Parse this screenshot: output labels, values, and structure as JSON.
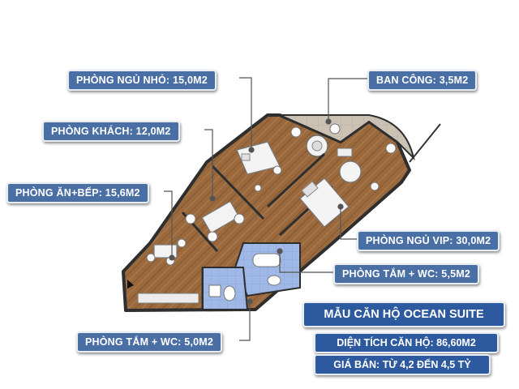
{
  "labels": {
    "small_bedroom": "PHÒNG NGỦ NHỎ: 15,0M2",
    "balcony": "BAN CÔNG: 3,5M2",
    "living_room": "PHÒNG KHÁCH: 12,0M2",
    "dining_kitchen": "PHÒNG ĂN+BẾP: 15,6M2",
    "vip_bedroom": "PHÒNG NGỦ VIP: 30,0M2",
    "bathroom_1": "PHÒNG TẮM + WC: 5,5M2",
    "bathroom_2": "PHÒNG TẮM + WC: 5,0M2"
  },
  "info": {
    "title": "MẪU CĂN HỘ OCEAN SUITE",
    "area": "DIỆN TÍCH CĂN HỘ: 86,60M2",
    "price": "GIÁ BÁN: TỪ 4,2 ĐẾN 4,5 TỶ"
  },
  "colors": {
    "label_bg": "#4a6fa5",
    "info_bg": "#2d5a9e",
    "floor_wood": "#9a6a3e",
    "bathroom_tile": "#9fb8e6",
    "balcony_tile": "#c9c0b2",
    "wall": "#2e2e2e"
  }
}
